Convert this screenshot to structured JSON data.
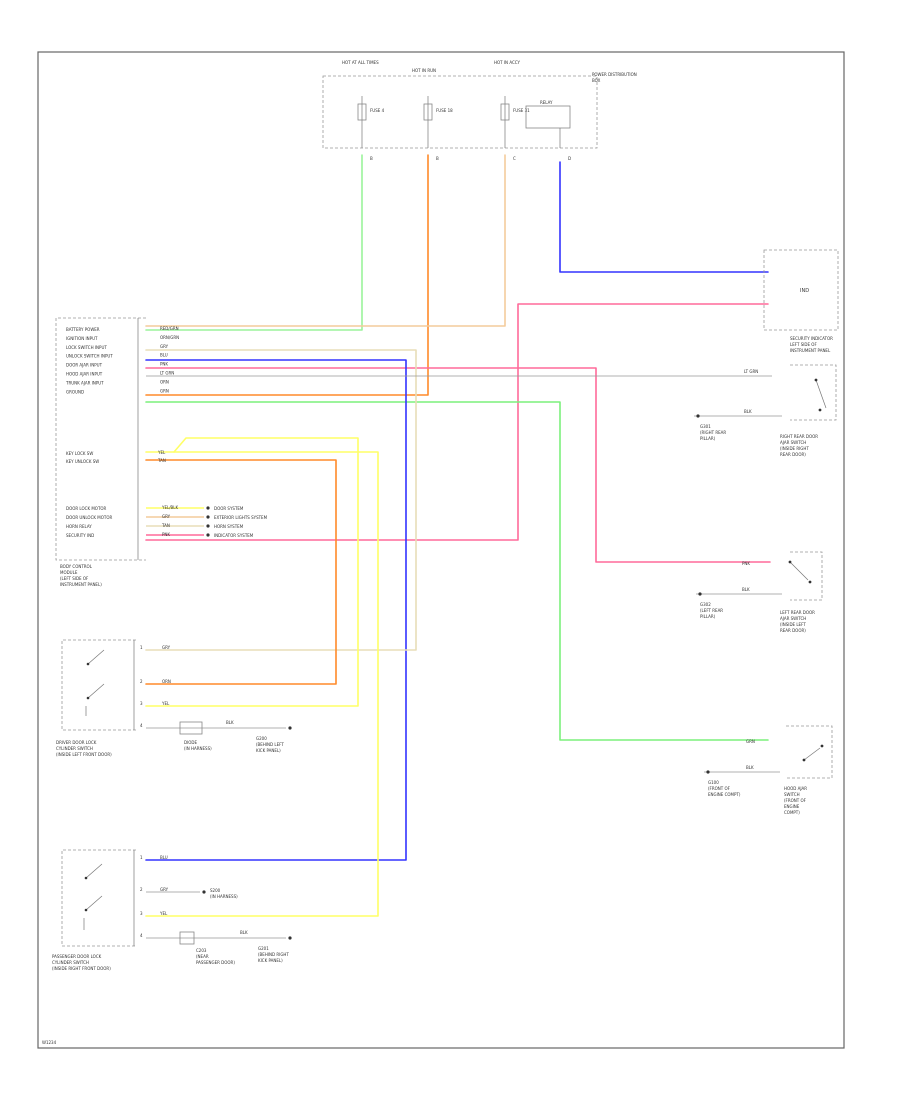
{
  "diagram": {
    "footer_code": "W1234",
    "colors": {
      "green": "#7cf07c",
      "orange": "#ff8a2a",
      "blue": "#3333ff",
      "pink": "#ff6a9a",
      "yellow": "#ffff66",
      "light_orange": "#f3cc9c",
      "light_green": "#9bf39b",
      "tan": "#e8ddb8"
    },
    "fuse_block": {
      "labels": [
        "HOT AT ALL TIMES",
        "HOT IN RUN",
        "HOT IN ACCY",
        "POWER DISTRIBUTION",
        "BOX"
      ],
      "fuses": [
        "FUSE 4",
        "FUSE 18",
        "FUSE 31",
        "RELAY"
      ],
      "pins": [
        "B",
        "B",
        "C",
        "D"
      ]
    },
    "security_indicator": {
      "glyph": "IND",
      "labels": [
        "SECURITY INDICATOR",
        "LEFT SIDE OF",
        "INSTRUMENT PANEL"
      ]
    },
    "bcm": {
      "labels": [
        "BODY CONTROL",
        "MODULE",
        "(LEFT SIDE OF",
        "INSTRUMENT PANEL)"
      ],
      "group1": [
        "BATTERY POWER",
        "IGNITION INPUT",
        "LOCK SWITCH INPUT",
        "UNLOCK SWITCH INPUT",
        "DOOR AJAR INPUT",
        "HOOD AJAR INPUT",
        "TRUNK AJAR INPUT",
        "GROUND"
      ],
      "group1_wires": [
        "RED/GRN",
        "ORN/GRN",
        "GRY",
        "BLU",
        "PNK",
        "LT GRN",
        "ORN",
        "GRN"
      ],
      "group2": [
        "KEY LOCK SW",
        "KEY UNLOCK SW"
      ],
      "group2_wires": [
        "YEL",
        "TAN"
      ],
      "group3": [
        "DOOR LOCK MOTOR",
        "DOOR UNLOCK MOTOR",
        "HORN RELAY",
        "SECURITY IND"
      ],
      "group3_wires": [
        "YEL/BLK",
        "GRY",
        "TAN",
        "PNK"
      ],
      "group3_notes": [
        "DOOR SYSTEM",
        "EXTERIOR LIGHTS SYSTEM",
        "HORN SYSTEM",
        "INDICATOR SYSTEM"
      ]
    },
    "switches": {
      "driver_lock": {
        "labels": [
          "DRIVER DOOR LOCK",
          "CYLINDER SWITCH",
          "(INSIDE LEFT FRONT DOOR)"
        ],
        "pins": [
          "1",
          "2",
          "3",
          "4"
        ],
        "wires": [
          "GRY",
          "ORN",
          "YEL",
          "BLK"
        ],
        "diode": [
          "DIODE",
          "(IN HARNESS)"
        ],
        "ground": [
          "G200",
          "(BEHIND LEFT",
          "KICK PANEL)"
        ]
      },
      "passenger_lock": {
        "labels": [
          "PASSENGER DOOR LOCK",
          "CYLINDER SWITCH",
          "(INSIDE RIGHT FRONT DOOR)"
        ],
        "pins": [
          "1",
          "2",
          "3",
          "4"
        ],
        "wires": [
          "BLU",
          "GRY",
          "YEL",
          "BLK"
        ],
        "splice": [
          "S200",
          "(IN HARNESS)"
        ],
        "splice_mid": [
          "C203",
          "(NEAR",
          "PASSENGER DOOR)"
        ],
        "ground": [
          "G201",
          "(BEHIND RIGHT",
          "KICK PANEL)"
        ]
      },
      "right_rear_door": {
        "labels": [
          "RIGHT REAR DOOR",
          "AJAR SWITCH",
          "(INSIDE RIGHT",
          "REAR DOOR)"
        ],
        "wires": [
          "LT GRN",
          "BLK"
        ],
        "ground": [
          "G301",
          "(RIGHT REAR",
          "PILLAR)"
        ]
      },
      "left_rear_door": {
        "labels": [
          "LEFT REAR DOOR",
          "AJAR SWITCH",
          "(INSIDE LEFT",
          "REAR DOOR)"
        ],
        "wires": [
          "PNK",
          "BLK"
        ],
        "ground": [
          "G302",
          "(LEFT REAR",
          "PILLAR)"
        ]
      },
      "hood": {
        "labels": [
          "HOOD AJAR",
          "SWITCH",
          "(FRONT OF",
          "ENGINE",
          "COMPT)"
        ],
        "wires": [
          "GRN",
          "BLK"
        ],
        "ground": [
          "G100",
          "(FRONT OF",
          "ENGINE COMPT)"
        ]
      }
    }
  }
}
